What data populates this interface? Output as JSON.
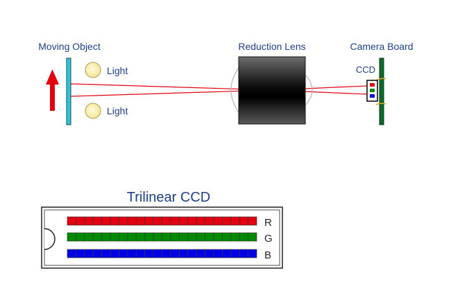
{
  "top": {
    "moving_object_label": "Moving Object",
    "light_top_label": "Light",
    "light_bottom_label": "Light",
    "reduction_lens_label": "Reduction Lens",
    "camera_board_label": "Camera Board",
    "ccd_label": "CCD"
  },
  "trilinear": {
    "title": "Trilinear CCD",
    "rows": [
      {
        "letter": "R",
        "color": "#e3000f",
        "cells": 22
      },
      {
        "letter": "G",
        "color": "#008a00",
        "cells": 22
      },
      {
        "letter": "B",
        "color": "#0000e6",
        "cells": 22
      }
    ]
  },
  "colors": {
    "label_text": "#1f3f88",
    "beam": "#e3000f",
    "object_plate": "#2ec6d6",
    "arrow": "#e3000f",
    "lens_body": "#000000",
    "board": "#0e6a2a",
    "light_fill": "#fff4b0"
  },
  "icons": {
    "arrow": "up-arrow-icon",
    "light": "light-bulb-icon"
  }
}
